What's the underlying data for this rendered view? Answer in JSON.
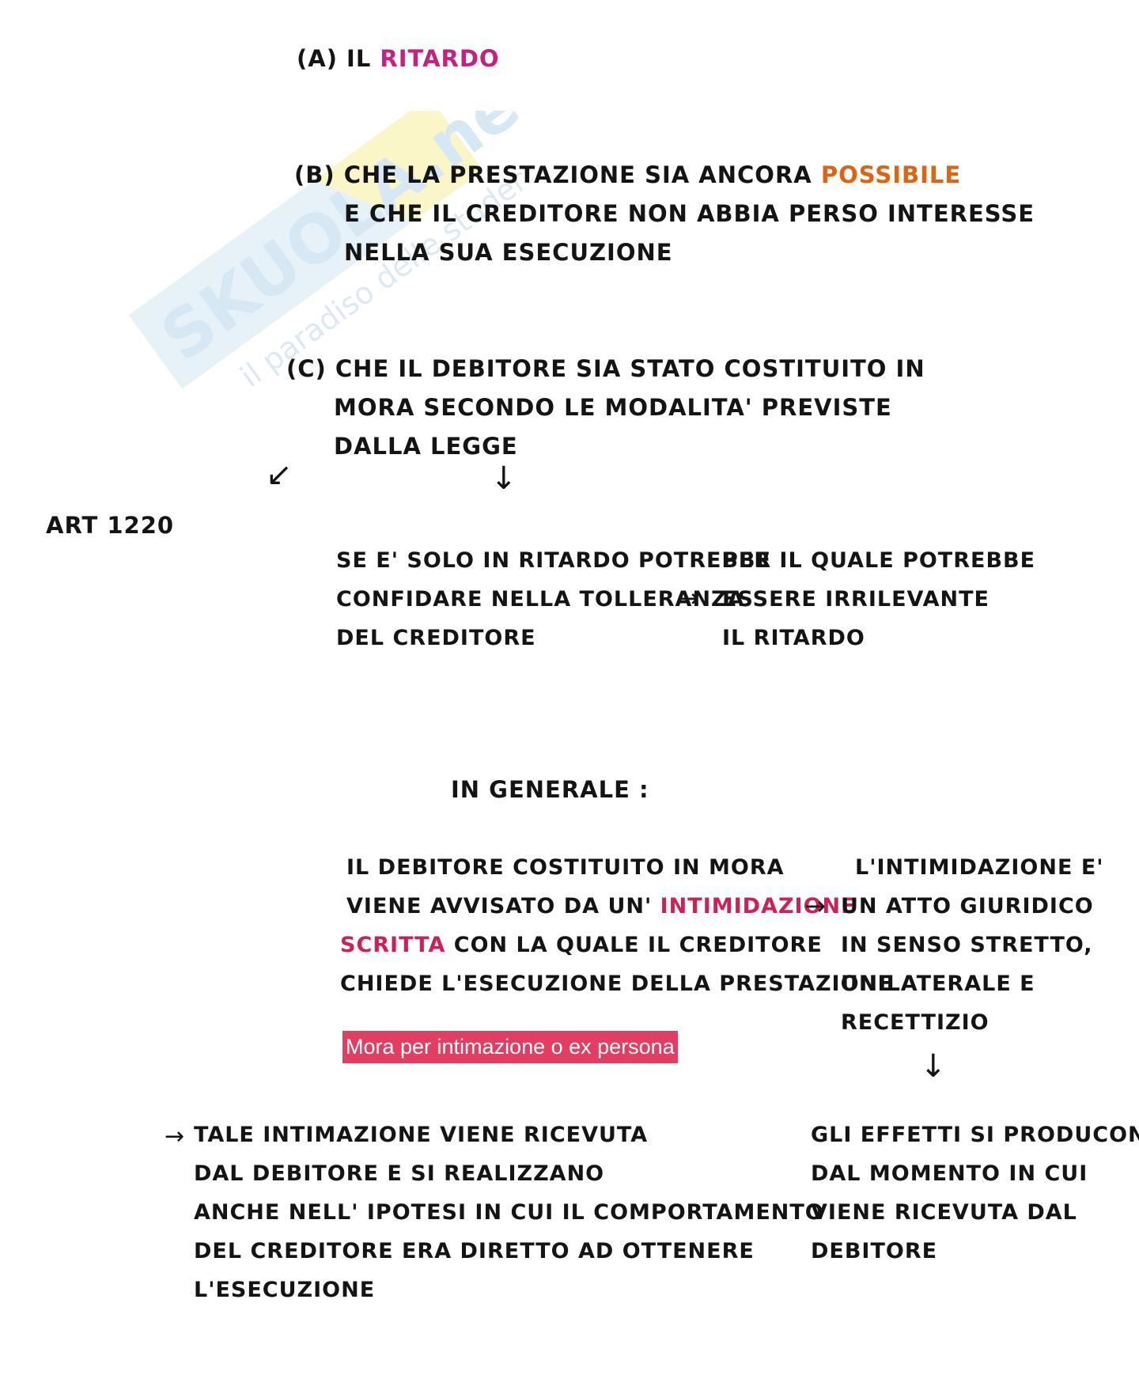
{
  "watermark": {
    "brand": "SKUOLA.net",
    "tagline": "il paradiso delle studente"
  },
  "section_a": {
    "prefix": "(A) IL ",
    "keyword": "RITARDO"
  },
  "section_b": {
    "line1_prefix": "(B) CHE LA PRESTAZIONE SIA ANCORA ",
    "line1_keyword": "POSSIBILE",
    "line2": "E CHE IL CREDITORE NON ABBIA PERSO INTERESSE",
    "line3": "NELLA SUA ESECUZIONE"
  },
  "section_c": {
    "line1": "(C) CHE IL DEBITORE SIA STATO COSTITUITO IN",
    "line2": "MORA SECONDO LE MODALITA' PREVISTE",
    "line3": "DALLA LEGGE"
  },
  "art_label": "ART 1220",
  "delay_note": {
    "line1": "SE E' SOLO IN RITARDO POTREBBE",
    "line2": "CONFIDARE NELLA TOLLERANZA",
    "line3": "DEL CREDITORE"
  },
  "irrelevance_note": {
    "line1": "PER IL QUALE POTREBBE",
    "line2": "ESSERE IRRILEVANTE",
    "line3": "IL RITARDO"
  },
  "general_heading": "IN GENERALE :",
  "general_text": {
    "line1": "IL DEBITORE COSTITUITO IN MORA",
    "line2_prefix": "VIENE AVVISATO DA UN' ",
    "line2_keyword": "INTIMIDAZIONE",
    "line3_keyword": "SCRITTA",
    "line3_suffix": " CON LA QUALE IL CREDITORE",
    "line4": "CHIEDE L'ESECUZIONE DELLA PRESTAZIONE"
  },
  "highlight_label": "Mora per intimazione o ex persona",
  "intimidation_def": {
    "line1": "L'INTIMIDAZIONE E'",
    "line2": "UN ATTO GIURIDICO",
    "line3": "IN SENSO STRETTO,",
    "line4": "UNILATERALE E",
    "line5": "RECETTIZIO"
  },
  "received_note": {
    "line1": "TALE INTIMAZIONE VIENE RICEVUTA",
    "line2": "DAL DEBITORE E SI REALIZZANO",
    "line3": "ANCHE NELL' IPOTESI IN CUI IL COMPORTAMENTO",
    "line4": "DEL CREDITORE ERA DIRETTO AD OTTENERE",
    "line5": "L'ESECUZIONE"
  },
  "effects_note": {
    "line1": "GLI EFFETTI SI PRODUCONO",
    "line2": "DAL MOMENTO IN CUI",
    "line3": "VIENE RICEVUTA DAL",
    "line4": "DEBITORE"
  },
  "colors": {
    "magenta": "#c8207f",
    "orange": "#e1620f",
    "crimson": "#cf1f56",
    "highlight_bg": "#e33e62"
  }
}
